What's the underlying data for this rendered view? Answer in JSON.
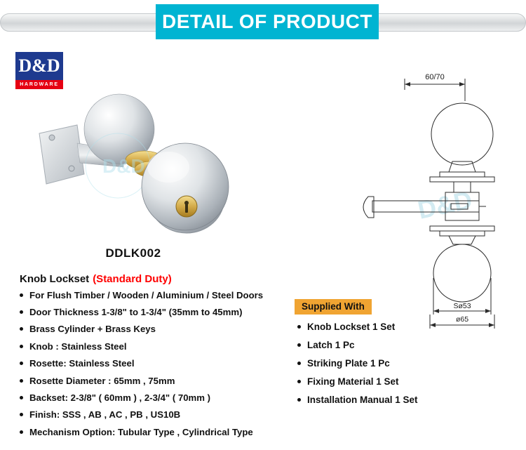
{
  "header": {
    "title": "DETAIL OF PRODUCT"
  },
  "logo": {
    "name": "D&D",
    "sub": "HARDWARE"
  },
  "product": {
    "model": "DDLK002"
  },
  "specs": {
    "title": "Knob Lockset",
    "subtitle": "(Standard Duty)",
    "items": [
      "For Flush Timber / Wooden / Aluminium / Steel Doors",
      "Door Thickness 1-3/8\" to 1-3/4\" (35mm to 45mm)",
      "Brass Cylinder + Brass Keys",
      "Knob : Stainless Steel",
      "Rosette: Stainless Steel",
      "Rosette Diameter : 65mm , 75mm",
      "Backset: 2-3/8\" ( 60mm ) , 2-3/4\" ( 70mm )",
      "Finish: SSS , AB , AC , PB , US10B",
      "Mechanism Option: Tubular Type , Cylindrical Type"
    ]
  },
  "drawing": {
    "dim_top": "60/70",
    "dim_knob": "Sø53",
    "dim_rose": "ø65"
  },
  "watermark": {
    "text": "D&D"
  },
  "supplied": {
    "title": "Supplied With",
    "items": [
      "Knob Lockset 1 Set",
      "Latch 1 Pc",
      "Striking Plate 1 Pc",
      "Fixing Material 1 Set",
      "Installation Manual 1 Set"
    ]
  },
  "colors": {
    "banner_cyan": "#00b4d2",
    "highlight_orange": "#f0a432",
    "accent_red": "#ff0000",
    "logo_blue": "#1e3a8f",
    "logo_red": "#e60012"
  }
}
